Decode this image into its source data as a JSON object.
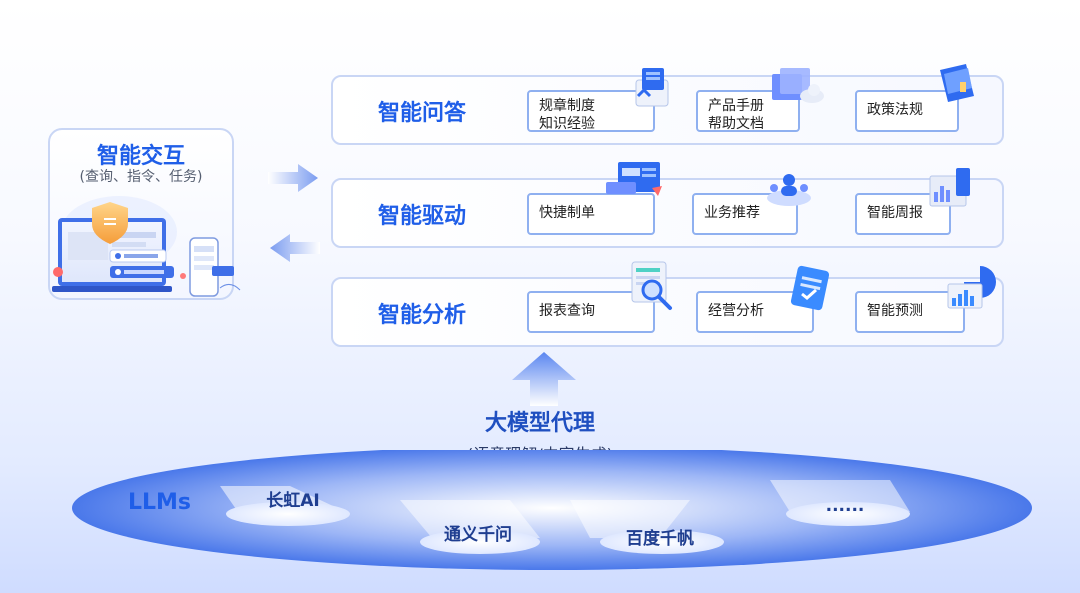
{
  "interaction": {
    "title": "智能交互",
    "subtitle": "(查询、指令、任务)"
  },
  "rows": [
    {
      "title": "智能问答",
      "items": [
        {
          "label_line1": "规章制度",
          "label_line2": "知识经验",
          "icon": "server-box-icon"
        },
        {
          "label_line1": "产品手册",
          "label_line2": "帮助文档",
          "icon": "documents-cloud-icon"
        },
        {
          "label_line1": "政策法规",
          "label_line2": "",
          "icon": "book-icon"
        }
      ]
    },
    {
      "title": "智能驱动",
      "items": [
        {
          "label_line1": "快捷制单",
          "label_line2": "",
          "icon": "form-window-icon"
        },
        {
          "label_line1": "业务推荐",
          "label_line2": "",
          "icon": "users-recommend-icon"
        },
        {
          "label_line1": "智能周报",
          "label_line2": "",
          "icon": "report-chart-icon"
        }
      ]
    },
    {
      "title": "智能分析",
      "items": [
        {
          "label_line1": "报表查询",
          "label_line2": "",
          "icon": "magnifier-table-icon"
        },
        {
          "label_line1": "经营分析",
          "label_line2": "",
          "icon": "clipboard-check-icon"
        },
        {
          "label_line1": "智能预测",
          "label_line2": "",
          "icon": "pie-bar-chart-icon"
        }
      ]
    }
  ],
  "model": {
    "title": "大模型代理",
    "subtitle": "(语意理解/内容生成)"
  },
  "llms": {
    "label": "LLMs",
    "items": [
      "长虹AI",
      "通义千问",
      "百度千帆",
      "......"
    ]
  },
  "colors": {
    "accent": "#1f5ee8",
    "panel_border": "#c9d6f5",
    "item_border": "#8fb0f0",
    "platform": "#5b86f2"
  }
}
